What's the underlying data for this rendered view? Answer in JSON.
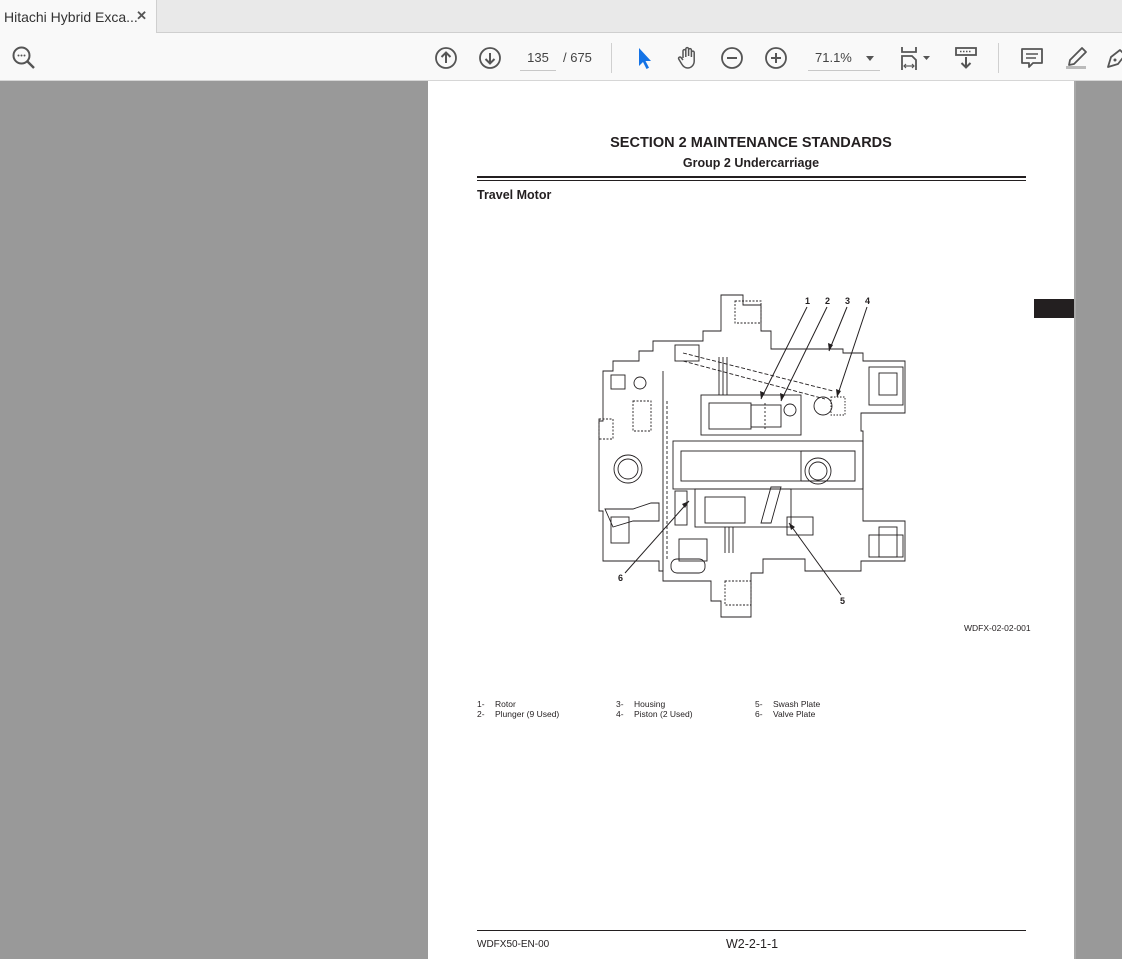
{
  "window": {
    "tab_title": "Hitachi Hybrid Exca...",
    "tab_close_icon": "close-icon"
  },
  "toolbar": {
    "search_icon": "search-icon",
    "prev_page_icon": "arrow-up-circle-icon",
    "next_page_icon": "arrow-down-circle-icon",
    "current_page": "135",
    "total_pages": "/ 675",
    "select_tool_icon": "cursor-arrow-icon",
    "hand_tool_icon": "hand-icon",
    "zoom_out_icon": "minus-circle-icon",
    "zoom_in_icon": "plus-circle-icon",
    "zoom_level": "71.1%",
    "fit_page_icon": "fit-page-icon",
    "scroll_mode_icon": "scroll-mode-icon",
    "comment_icon": "comment-icon",
    "highlight_icon": "highlighter-icon",
    "sign_icon": "pen-sign-icon",
    "accent_color": "#1473e6"
  },
  "document": {
    "section_title": "SECTION 2 MAINTENANCE STANDARDS",
    "group_title": "Group 2 Undercarriage",
    "topic_title": "Travel Motor",
    "figure": {
      "callouts": [
        "1",
        "2",
        "3",
        "4",
        "5",
        "6"
      ],
      "figure_id": "WDFX-02-02-001"
    },
    "legend": [
      {
        "num": "1-",
        "label": "Rotor"
      },
      {
        "num": "2-",
        "label": "Plunger (9 Used)"
      },
      {
        "num": "3-",
        "label": "Housing"
      },
      {
        "num": "4-",
        "label": "Piston (2 Used)"
      },
      {
        "num": "5-",
        "label": "Swash Plate"
      },
      {
        "num": "6-",
        "label": "Valve Plate"
      }
    ],
    "footer_left": "WDFX50-EN-00",
    "footer_page": "W2-2-1-1"
  }
}
